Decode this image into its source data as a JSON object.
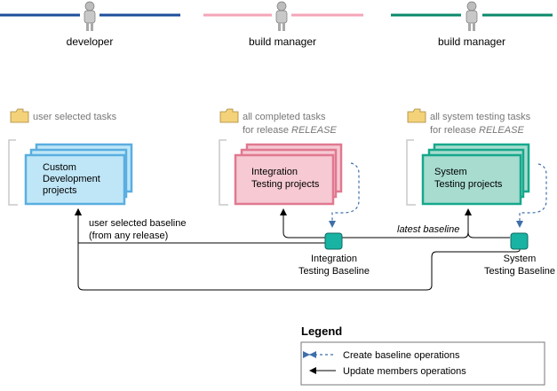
{
  "roles": [
    {
      "label": "developer",
      "color": "#1f4e9c"
    },
    {
      "label": "build manager",
      "color": "#f4a6b8"
    },
    {
      "label": "build manager",
      "color": "#0c8a6b"
    }
  ],
  "folders": [
    {
      "line1": "user selected tasks",
      "line2_prefix": "",
      "line2_italic": ""
    },
    {
      "line1": "all completed tasks",
      "line2_prefix": "for release ",
      "line2_italic": "RELEASE"
    },
    {
      "line1": "all system testing tasks",
      "line2_prefix": "for release ",
      "line2_italic": "RELEASE"
    }
  ],
  "project_stacks": [
    {
      "lines": [
        "Custom",
        "Development",
        "projects"
      ]
    },
    {
      "lines": [
        "Integration",
        "Testing projects"
      ]
    },
    {
      "lines": [
        "System",
        "Testing projects"
      ]
    }
  ],
  "baselines": [
    {
      "lines": [
        "Integration",
        "Testing Baseline"
      ]
    },
    {
      "lines": [
        "System",
        "Testing Baseline"
      ]
    }
  ],
  "flow_labels": {
    "user_selected": [
      "user selected baseline",
      "(from any release)"
    ],
    "latest": "latest baseline"
  },
  "legend": {
    "title": "Legend",
    "create": "Create baseline operations",
    "update": "Update members operations"
  },
  "colors": {
    "blue_fill": "#bfe6f7",
    "blue_stroke": "#5aaee0",
    "pink_fill": "#f6c9d3",
    "pink_stroke": "#e07990",
    "teal_fill": "#a7dccf",
    "teal_stroke": "#17a88c",
    "baseline_fill": "#19b3a3",
    "dashed_arrow": "#3f6fa8"
  }
}
